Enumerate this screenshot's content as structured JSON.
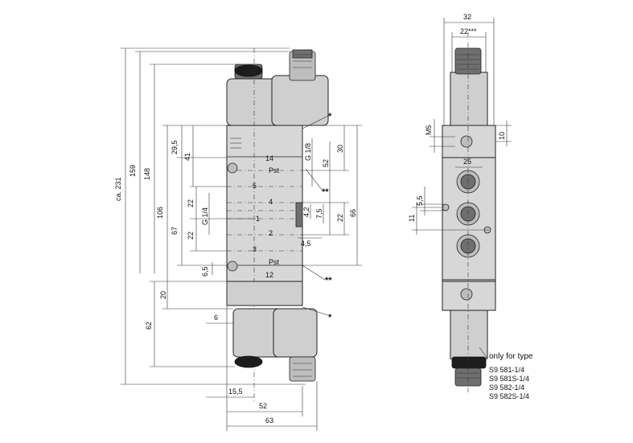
{
  "front_view": {
    "dim_overall": "ca. 231",
    "dim_159": "159",
    "dim_148": "148",
    "dim_106": "106",
    "dim_67": "67",
    "dim_41": "41",
    "dim_29_5": "29,5",
    "dim_22_upper": "22",
    "dim_22_lower": "22",
    "dim_6_5": "6,5",
    "dim_20": "20",
    "dim_62": "62",
    "dim_6": "6",
    "dim_15_5": "15,5",
    "dim_52_bottom": "52",
    "dim_63": "63",
    "dim_30": "30",
    "dim_52_right": "52",
    "dim_66": "66",
    "dim_22_right": "22",
    "dim_4_2": "4,2",
    "dim_7_5": "7,5",
    "dim_4_5": "4,5",
    "thread_g14": "G 1/4",
    "thread_g18": "G 1/8",
    "port_14": "14",
    "port_5": "5",
    "port_4": "4",
    "port_1": "1",
    "port_2": "2",
    "port_3": "3",
    "port_12": "12",
    "pst_upper": "Pst",
    "pst_lower": "Pst",
    "mark_star_top": "*",
    "mark_star_bottom": "*",
    "mark_2star_upper": "**",
    "mark_2star_lower": "**"
  },
  "side_view": {
    "dim_32": "32",
    "dim_22_3star": "22***",
    "dim_m5": "M5",
    "dim_10": "10",
    "dim_25": "25",
    "dim_5_5": "5,5",
    "dim_11": "11",
    "note_title": "only for type",
    "types": [
      "S9 581-1/4",
      "S9 581S-1/4",
      "S9 582-1/4",
      "S9 582S-1/4"
    ]
  }
}
